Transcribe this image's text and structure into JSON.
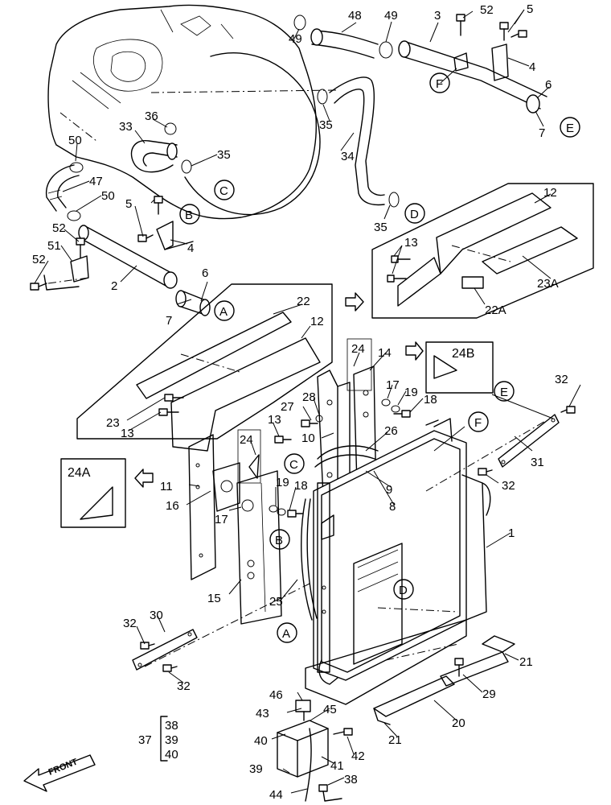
{
  "part_numbers": {
    "p1": "1",
    "p2": "2",
    "p3": "3",
    "p4a": "4",
    "p4b": "4",
    "p5a": "5",
    "p5b": "5",
    "p6a": "6",
    "p6b": "6",
    "p7a": "7",
    "p7b": "7",
    "p8": "8",
    "p9": "9",
    "p10": "10",
    "p11": "11",
    "p12a": "12",
    "p12b": "12",
    "p13a": "13",
    "p13b": "13",
    "p13c": "13",
    "p14": "14",
    "p15": "15",
    "p16": "16",
    "p17a": "17",
    "p17b": "17",
    "p18a": "18",
    "p18b": "18",
    "p19a": "19",
    "p19b": "19",
    "p20": "20",
    "p21a": "21",
    "p21b": "21",
    "p22": "22",
    "p23": "23",
    "p24a": "24",
    "p24b": "24",
    "p25": "25",
    "p26": "26",
    "p27": "27",
    "p28": "28",
    "p29": "29",
    "p30": "30",
    "p31": "31",
    "p32a": "32",
    "p32b": "32",
    "p32c": "32",
    "p32d": "32",
    "p33": "33",
    "p34": "34",
    "p35a": "35",
    "p35b": "35",
    "p35c": "35",
    "p36": "36",
    "p37": "37",
    "p38a": "38",
    "p38b": "38",
    "p39a": "39",
    "p39b": "39",
    "p40a": "40",
    "p40b": "40",
    "p41": "41",
    "p42": "42",
    "p43": "43",
    "p44": "44",
    "p45": "45",
    "p46": "46",
    "p47": "47",
    "p48": "48",
    "p49a": "49",
    "p49b": "49",
    "p50a": "50",
    "p50b": "50",
    "p51": "51",
    "p52a": "52",
    "p52b": "52",
    "p52c": "52",
    "p22a": "22A",
    "p23a": "23A"
  },
  "callouts": {
    "a1": "A",
    "a2": "A",
    "b1": "B",
    "b2": "B",
    "c1": "C",
    "c2": "C",
    "d1": "D",
    "d2": "D",
    "e1": "E",
    "e2": "E",
    "f1": "F",
    "f2": "F"
  },
  "detail_boxes": {
    "box_24a": "24A",
    "box_24b": "24B"
  },
  "front_label": "FRONT"
}
